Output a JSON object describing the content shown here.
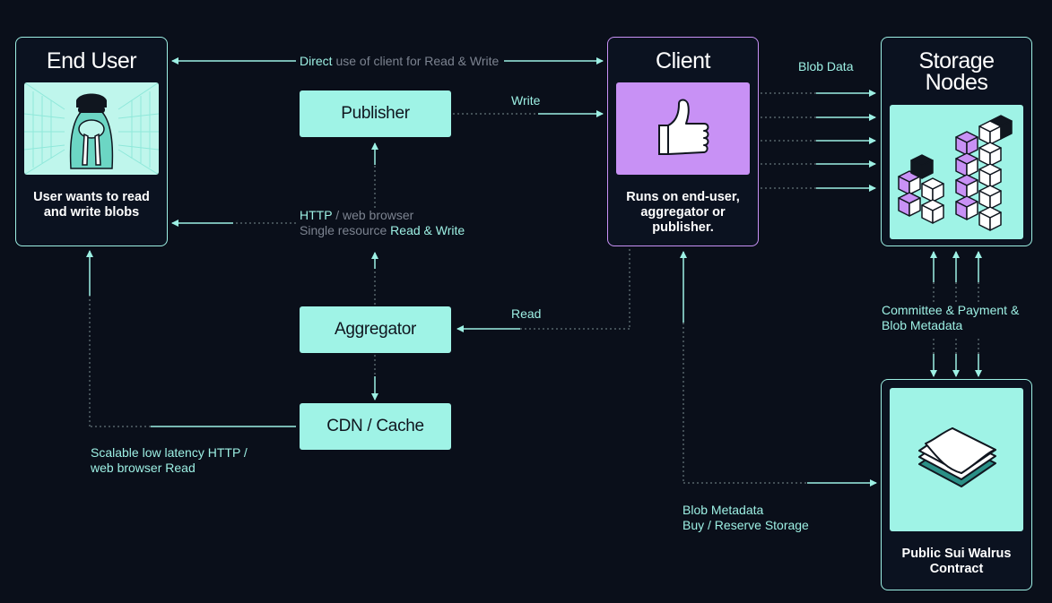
{
  "end_user": {
    "title": "End User",
    "caption": "User wants to read and write blobs"
  },
  "client": {
    "title": "Client",
    "caption": "Runs on end-user, aggregator or publisher."
  },
  "storage_nodes": {
    "title_line1": "Storage",
    "title_line2": "Nodes"
  },
  "contract": {
    "caption": "Public Sui Walrus Contract"
  },
  "publisher": {
    "label": "Publisher"
  },
  "aggregator": {
    "label": "Aggregator"
  },
  "cdn": {
    "label": "CDN / Cache"
  },
  "labels": {
    "direct_a": "Direct",
    "direct_b": " use of client for Read & Write",
    "write": "Write",
    "blob_data": "Blob Data",
    "http_a": "HTTP",
    "http_b": " / web browser",
    "single_a": "Single resource ",
    "single_b": "Read & Write",
    "read": "Read",
    "committee_line1": "Committee & Payment &",
    "committee_line2": "Blob Metadata",
    "scalable_line1": "Scalable low latency HTTP /",
    "scalable_line2": "web browser Read",
    "blob_meta_line1": "Blob Metadata",
    "blob_meta_line2": "Buy / Reserve Storage"
  },
  "colors": {
    "background": "#0a0f1a",
    "mint": "#9df0e4",
    "purple": "#c891f5",
    "gray_text": "#7c8390",
    "connector": "#7a8c90"
  },
  "icons": [
    "walrus-icon",
    "thumbs-up-icon",
    "cubes-icon",
    "stacked-sheets-icon"
  ]
}
